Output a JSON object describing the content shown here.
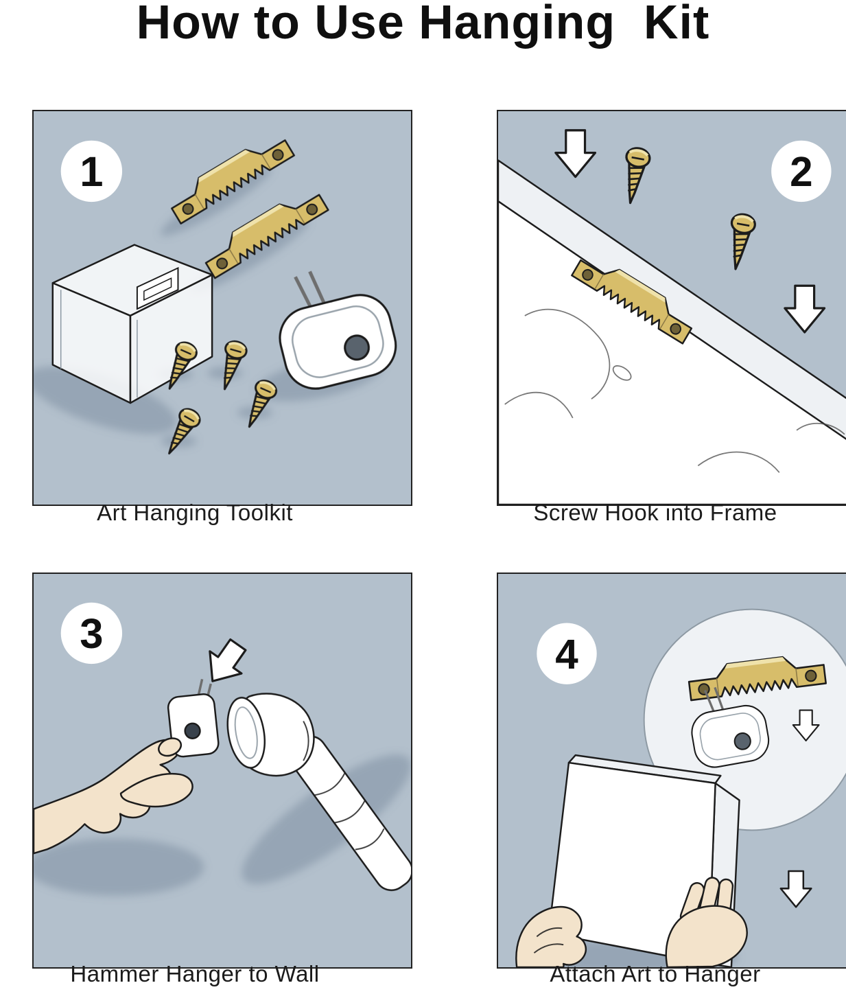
{
  "title": "How to Use Hanging  Kit",
  "steps": [
    {
      "number": "1",
      "caption": "Art Hanging Toolkit"
    },
    {
      "number": "2",
      "caption": "Screw Hook into Frame"
    },
    {
      "number": "3",
      "caption": "Hammer Hanger to Wall"
    },
    {
      "number": "4",
      "caption": "Attach Art to Hanger"
    }
  ],
  "colors": {
    "panel_background": "#b3c0cc",
    "brass": "#d7bd6a",
    "brass_highlight": "#efe2ab",
    "outline": "#1c1c1c",
    "skin": "#f3e3cb",
    "white": "#ffffff"
  }
}
